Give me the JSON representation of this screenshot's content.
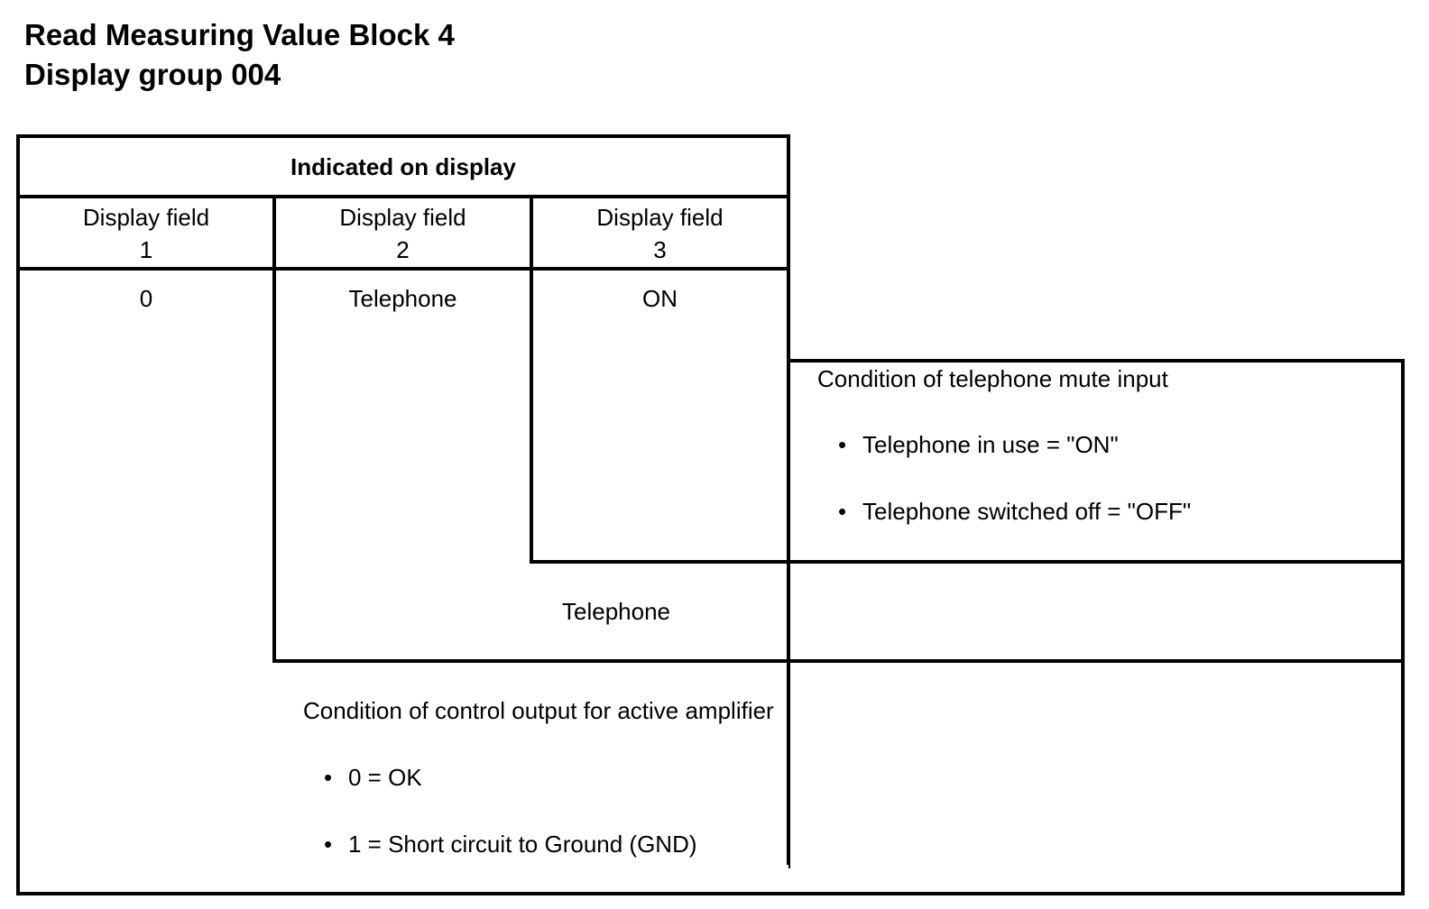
{
  "title": {
    "line1": "Read Measuring Value Block 4",
    "line2": "Display group 004"
  },
  "table": {
    "header": "Indicated on display",
    "fields": [
      {
        "label": "Display field",
        "number": "1"
      },
      {
        "label": "Display field",
        "number": "2"
      },
      {
        "label": "Display field",
        "number": "3"
      }
    ],
    "values": [
      "0",
      "Telephone",
      "ON"
    ]
  },
  "field3_note": {
    "heading": "Condition of telephone mute input",
    "bullets": [
      "Telephone in use = \"ON\"",
      "Telephone switched off = \"OFF\""
    ]
  },
  "field2_note": {
    "text": "Telephone"
  },
  "field1_note": {
    "heading": "Condition of control output for active amplifier",
    "bullets": [
      "0 = OK",
      "1 = Short circuit to Ground (GND)"
    ]
  },
  "bullet_glyph": "•"
}
